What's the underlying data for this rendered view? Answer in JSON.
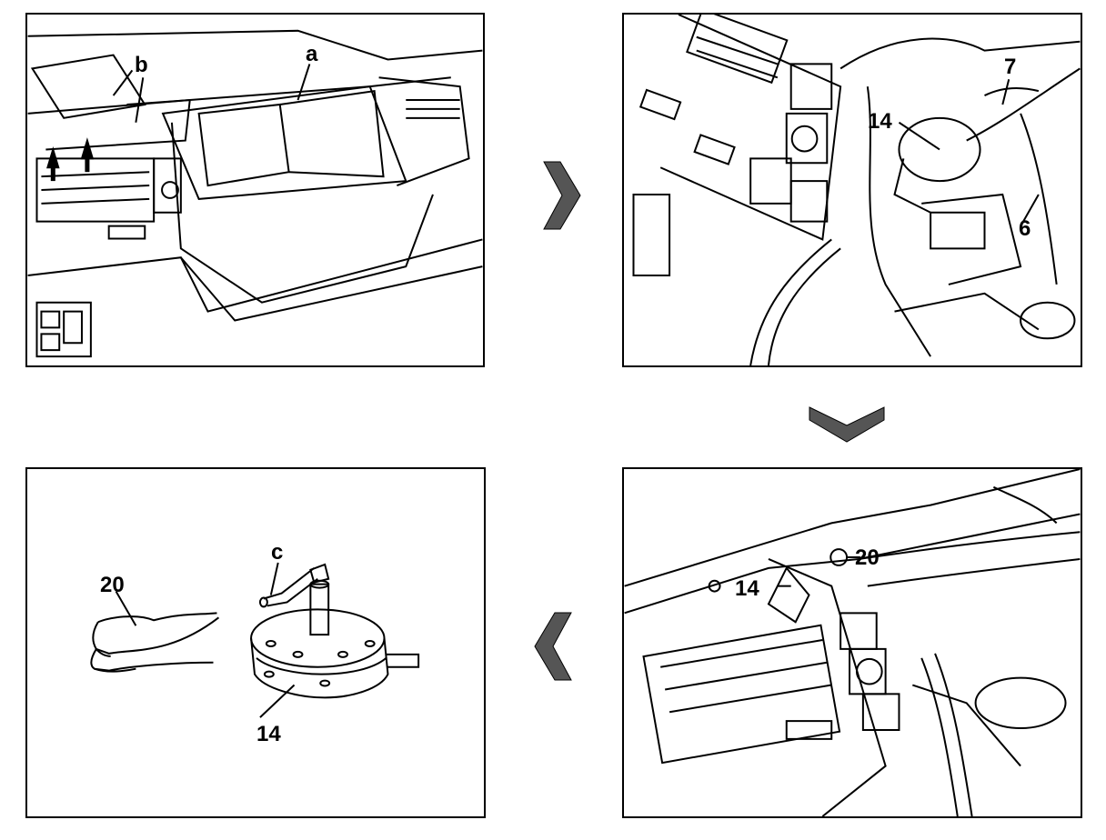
{
  "steps": [
    {
      "id": "step-1-remove-glovebox",
      "labels": {
        "a": "a",
        "b": "b"
      }
    },
    {
      "id": "step-2-disconnect-sensor",
      "labels": {
        "p14": "14",
        "p7": "7",
        "p6": "6"
      }
    },
    {
      "id": "step-3-remove-bracket",
      "labels": {
        "p14": "14",
        "p20": "20"
      }
    },
    {
      "id": "step-4-parts",
      "labels": {
        "p20": "20",
        "c": "c",
        "p14": "14"
      }
    }
  ],
  "flow_arrows": [
    {
      "from": "step-1-remove-glovebox",
      "to": "step-2-disconnect-sensor",
      "direction": "right"
    },
    {
      "from": "step-2-disconnect-sensor",
      "to": "step-3-remove-bracket",
      "direction": "down"
    },
    {
      "from": "step-3-remove-bracket",
      "to": "step-4-parts",
      "direction": "left"
    }
  ],
  "colors": {
    "line": "#000000",
    "arrow_fill": "#555555",
    "background": "#ffffff"
  }
}
